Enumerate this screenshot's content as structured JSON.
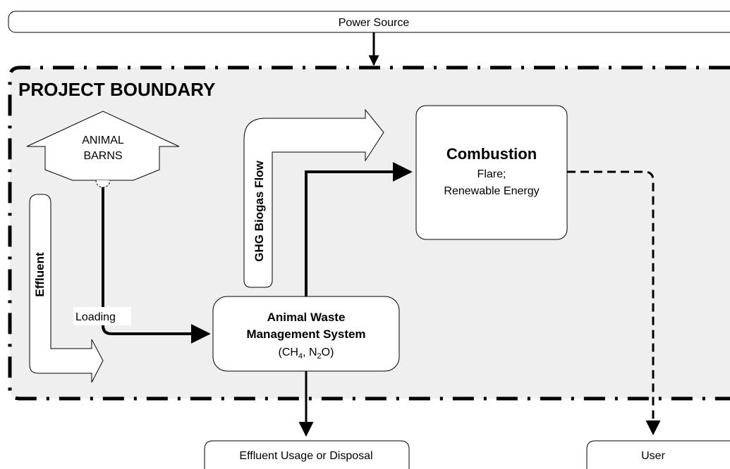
{
  "power_source": "Power Source",
  "project_boundary": "PROJECT BOUNDARY",
  "animal_barns": [
    "ANIMAL",
    "BARNS"
  ],
  "effluent_arrow_label": "Effluent",
  "ghg_flow_label": "GHG Biogas Flow",
  "loading_label": "Loading",
  "awms": {
    "line1": "Animal Waste",
    "line2": "Management System",
    "ch": "CH",
    "ch_sub": "4",
    "sep": ", N",
    "n_sub": "2",
    "tail": "O)",
    "open": "("
  },
  "combustion": {
    "title": "Combustion",
    "line1": "Flare;",
    "line2": "Renewable Energy"
  },
  "effluent_usage": "Effluent Usage or Disposal",
  "user": "User",
  "colors": {
    "boundary_fill": "#efefef",
    "stroke": "#000000",
    "box_fill": "#ffffff"
  }
}
